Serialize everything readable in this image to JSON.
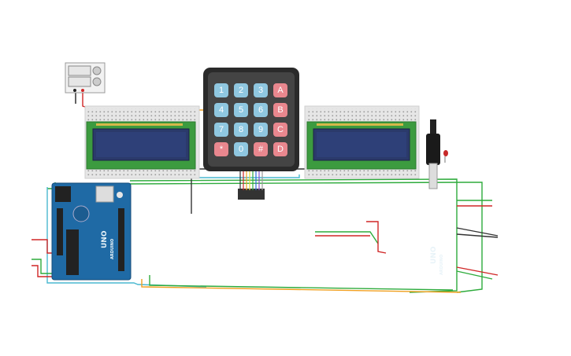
{
  "keypad": {
    "keys": [
      [
        "1",
        "2",
        "3",
        "A"
      ],
      [
        "4",
        "5",
        "6",
        "B"
      ],
      [
        "7",
        "8",
        "9",
        "C"
      ],
      [
        "*",
        "0",
        "#",
        "D"
      ]
    ]
  },
  "arduinos": {
    "left_label": "UNO",
    "right_label": "UNO",
    "left_brand": "ARDUINO",
    "right_brand": "ARDUINO"
  },
  "colors": {
    "lcd_board": "#3c9b3f",
    "lcd_screen": "#2b3a6b",
    "arduino": "#1f6aa5",
    "breadboard": "#e8e8e8",
    "keypad_frame": "#2a2a2a",
    "wire_green": "#2eab3c",
    "wire_red": "#d02626",
    "wire_orange": "#f0a020"
  }
}
